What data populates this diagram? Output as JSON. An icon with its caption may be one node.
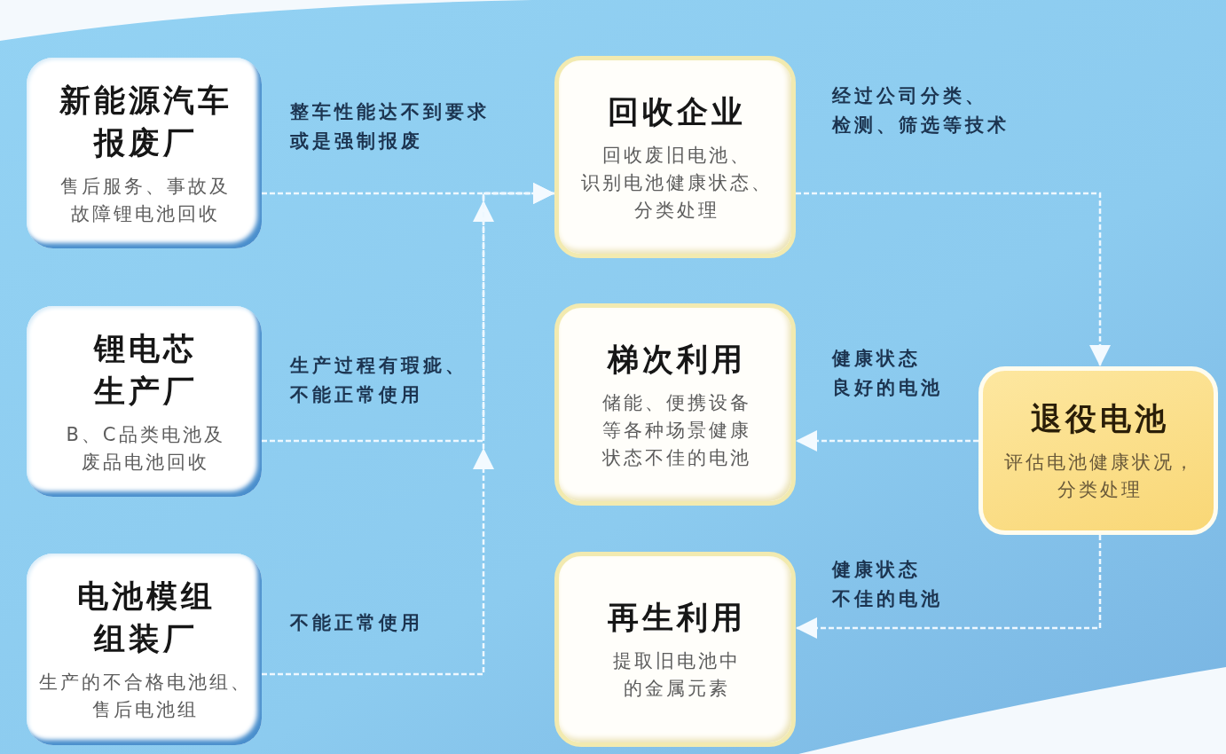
{
  "diagram": {
    "nodes": [
      {
        "text": [
          "新能源汽车报废厂",
          "售后服务、事故及故障锂电池回收"
        ]
      },
      {
        "text": [
          "锂电芯生产厂",
          "B、C品类电池及废品电池回收"
        ]
      },
      {
        "text": [
          "电池模组组装厂",
          "生产的不合格电池组、售后电池组"
        ]
      },
      {
        "text": [
          "回收企业",
          "回收废旧电池、识别电池健康状态、分类处理"
        ]
      },
      {
        "text": [
          "梯次利用",
          "储能、便携设备等各种场景健康状态不佳的电池"
        ]
      },
      {
        "text": [
          "退役电池",
          "评估电池健康状况，分类处理"
        ]
      },
      {
        "text": [
          "再生利用",
          "提取旧电池中的金属元素"
        ]
      }
    ],
    "edges": [
      {
        "from": 0,
        "to": 3,
        "arrow": "to",
        "label": "整车性能达不到要求或是强制报废",
        "style": "dashed"
      },
      {
        "from": 1,
        "to": 3,
        "arrow": "to",
        "label": "生产过程有瑕疵、不能正常使用",
        "style": "dashed"
      },
      {
        "from": 2,
        "to": 3,
        "arrow": "to",
        "label": "不能正常使用",
        "style": "dashed"
      },
      {
        "from": 3,
        "to": 5,
        "arrow": "to",
        "label": "经过公司分类、检测、筛选等技术",
        "style": "dashed"
      },
      {
        "from": 5,
        "to": 4,
        "arrow": "to",
        "label": "健康状态良好的电池",
        "style": "dashed"
      },
      {
        "from": 5,
        "to": 6,
        "arrow": "to",
        "label": "健康状态不佳的电池",
        "style": "dashed"
      }
    ]
  }
}
